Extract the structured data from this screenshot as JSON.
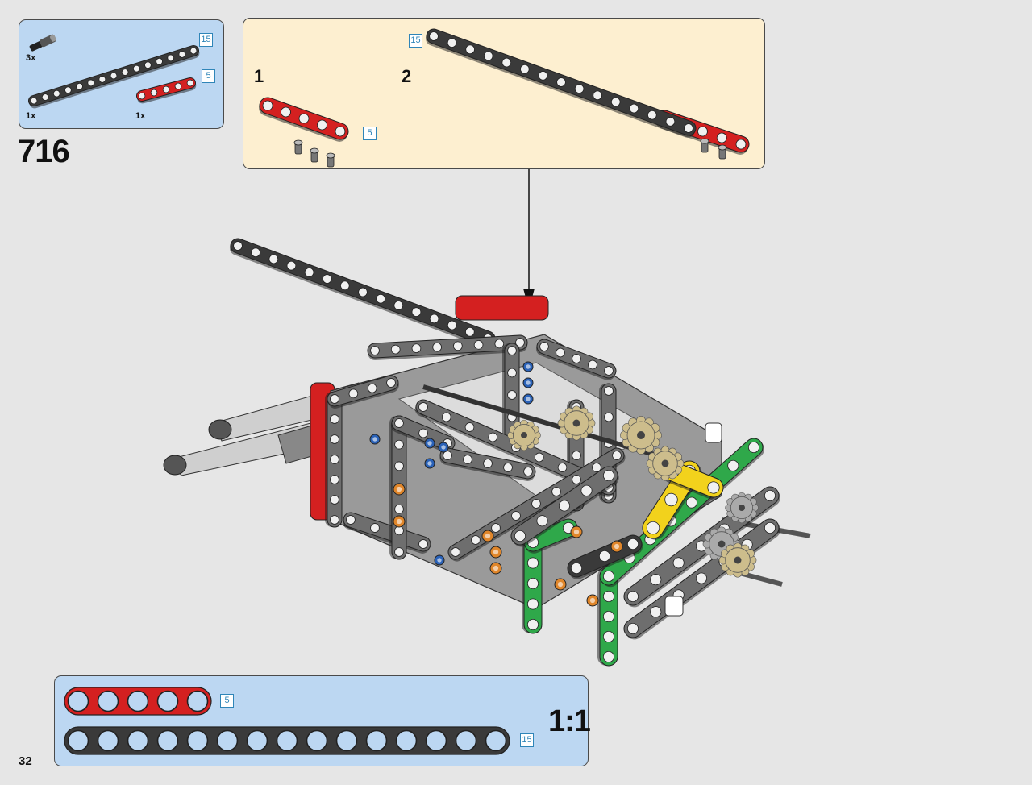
{
  "page": {
    "number": "32",
    "step": "716"
  },
  "parts_list": {
    "items": [
      {
        "part": "pin-connector",
        "quantity": "3x"
      },
      {
        "part": "beam-15",
        "quantity": "1x",
        "length_badge": "15"
      },
      {
        "part": "beam-5",
        "quantity": "1x",
        "length_badge": "5"
      }
    ]
  },
  "sub_assembly": {
    "steps": [
      {
        "number": "1",
        "length_badge": "5"
      },
      {
        "number": "2",
        "length_badge": "15"
      }
    ]
  },
  "scale_reference": {
    "label": "1:1",
    "beams": [
      {
        "holes": 5,
        "length_badge": "5",
        "color": "#d42020"
      },
      {
        "holes": 15,
        "length_badge": "15",
        "color": "#3a3a3a"
      }
    ]
  },
  "colors": {
    "beam_dark": "#3a3a3a",
    "beam_gray": "#6e6e6e",
    "beam_red": "#d42020",
    "beam_green": "#2fa84a",
    "beam_yellow": "#f2d21c",
    "gear_tan": "#cdbd8c",
    "pin_orange": "#e0862a",
    "pin_blue": "#2a62b8",
    "parts_panel_bg": "#bcd7f2",
    "subassembly_panel_bg": "#fdefd0",
    "badge_blue": "#2f85b8"
  }
}
